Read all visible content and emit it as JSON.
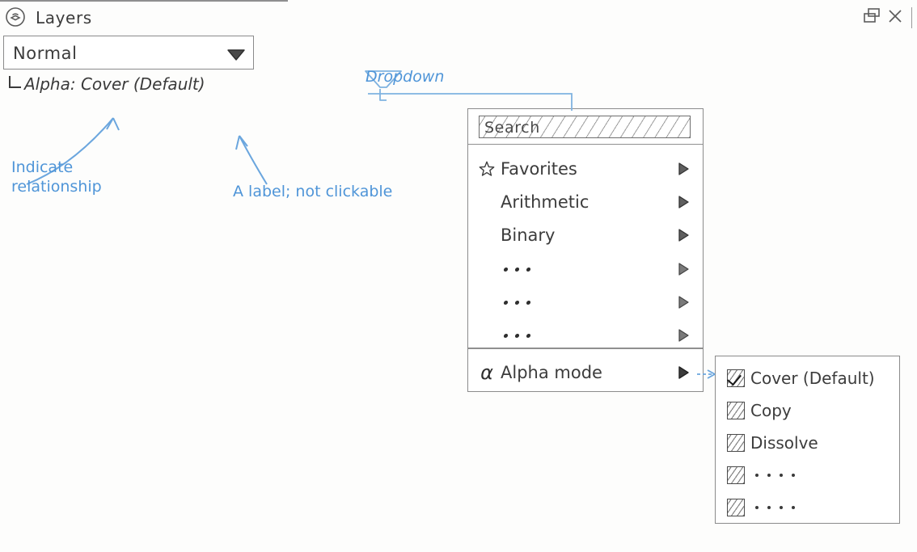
{
  "layers_panel": {
    "title": "Layers",
    "icon": "layers-circle-icon",
    "window_controls": [
      {
        "name": "undock-icon",
        "glyph": "undock"
      },
      {
        "name": "close-icon",
        "glyph": "✕"
      }
    ],
    "blend_mode_field": {
      "value": "Normal",
      "caret": "chevron-down-filled"
    },
    "alpha_label": {
      "connector": "└",
      "text": "Alpha: Cover (Default)"
    }
  },
  "dropdown_menu": {
    "search": {
      "placeholder": "Search"
    },
    "items": [
      {
        "label": "Favorites",
        "icon": "star-icon",
        "chevron": "▶"
      },
      {
        "label": "Arithmetic",
        "icon": "",
        "chevron": "▶"
      },
      {
        "label": "Binary",
        "icon": "",
        "chevron": "▶"
      },
      {
        "label": "...",
        "icon": "",
        "chevron": "▶"
      },
      {
        "label": "...",
        "icon": "",
        "chevron": "▶"
      },
      {
        "label": "...",
        "icon": "",
        "chevron": "▶"
      }
    ],
    "footer_item": {
      "label": "Alpha mode",
      "icon": "alpha-icon",
      "icon_glyph": "α",
      "chevron": "▶"
    }
  },
  "submenu": {
    "items": [
      {
        "label": "Cover (Default)",
        "checked": true
      },
      {
        "label": "Copy",
        "checked": false
      },
      {
        "label": "Dissolve",
        "checked": false
      },
      {
        "label": "...",
        "checked": false
      },
      {
        "label": "...",
        "checked": false
      }
    ]
  },
  "annotations": {
    "dropdown": "Dropdown",
    "indicate_relationship": "Indicate\nrelationship",
    "label_not_clickable": "A label; not clickable"
  },
  "colors": {
    "ink": "#3c3c3c",
    "pen_blue": "#4f95d8",
    "panel_border": "#8b8b8b"
  }
}
